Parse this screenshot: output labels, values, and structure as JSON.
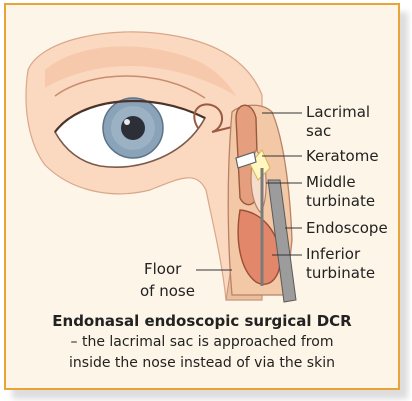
{
  "diagram": {
    "labels": {
      "lacrimal_sac_1": "Lacrimal",
      "lacrimal_sac_2": "sac",
      "keratome": "Keratome",
      "middle_turbinate_1": "Middle",
      "middle_turbinate_2": "turbinate",
      "endoscope": "Endoscope",
      "inferior_turbinate_1": "Inferior",
      "inferior_turbinate_2": "turbinate",
      "floor_of_nose_1": "Floor",
      "floor_of_nose_2": "of nose"
    },
    "caption": {
      "title": "Endonasal endoscopic surgical DCR",
      "line1": "– the lacrimal sac is approached from",
      "line2": "inside the nose instead of via the skin"
    }
  }
}
